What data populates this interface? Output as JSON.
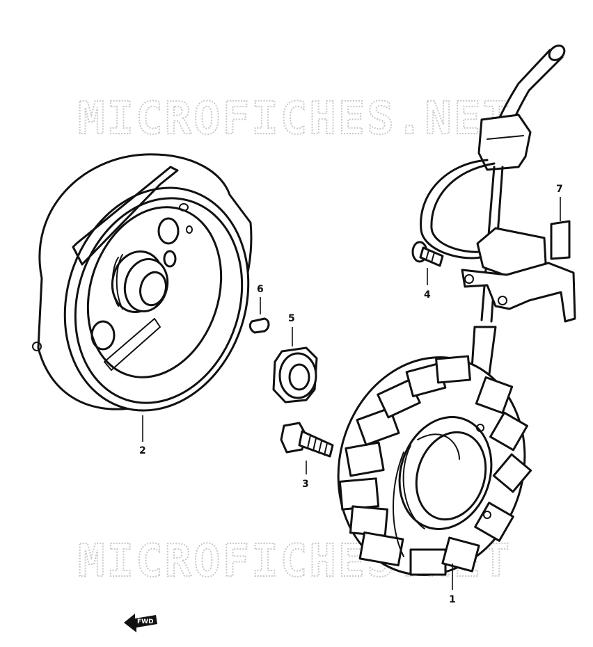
{
  "watermark": {
    "text": "MICROFICHES.NET",
    "text_partial": "MICROFICHES",
    "text_tail": ".NET"
  },
  "callouts": {
    "stator": "1",
    "rotor": "2",
    "bolt": "3",
    "screw": "4",
    "nut": "5",
    "key": "6",
    "clamp": "7"
  },
  "direction_marker": {
    "label": "FWD"
  },
  "colors": {
    "ink": "#111111",
    "watermark": "#c8c8c8",
    "background": "#ffffff"
  }
}
